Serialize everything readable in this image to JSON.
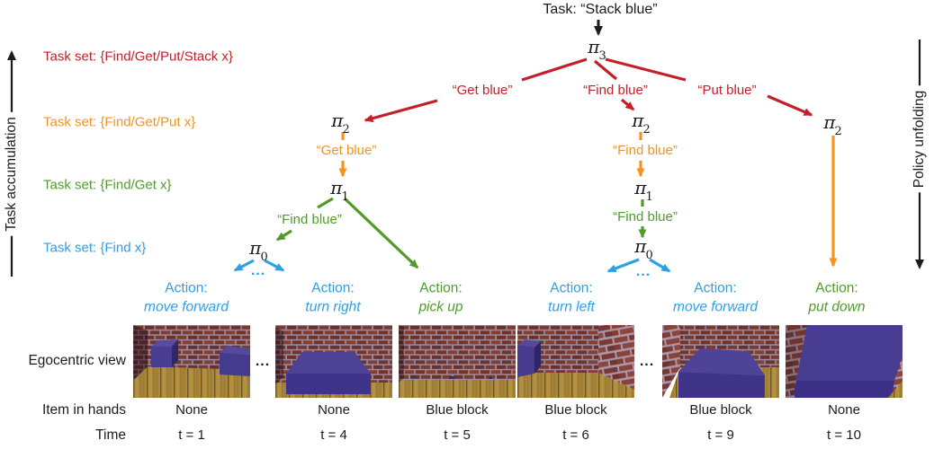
{
  "title": "Task: “Stack blue”",
  "colors": {
    "red": "#c32128",
    "orange": "#f6921e",
    "green": "#4f9c2b",
    "blue": "#2d9fe8",
    "black": "#1c1c1c"
  },
  "side_labels": {
    "left": "Task accumulation",
    "right": "Policy unfolding"
  },
  "task_sets": [
    {
      "label": "Task set: {Find/Get/Put/Stack x}",
      "color": "red"
    },
    {
      "label": "Task set: {Find/Get/Put x}",
      "color": "orange"
    },
    {
      "label": "Task set: {Find/Get x}",
      "color": "green"
    },
    {
      "label": "Task set: {Find x}",
      "color": "blue"
    }
  ],
  "policy_nodes": [
    {
      "base": "π",
      "sub": "3"
    },
    {
      "base": "π",
      "sub": "2"
    },
    {
      "base": "π",
      "sub": "2"
    },
    {
      "base": "π",
      "sub": "2"
    },
    {
      "base": "π",
      "sub": "1"
    },
    {
      "base": "π",
      "sub": "1"
    },
    {
      "base": "π",
      "sub": "0"
    },
    {
      "base": "π",
      "sub": "0"
    }
  ],
  "branch_labels": [
    {
      "text": "“Get blue”",
      "color": "red"
    },
    {
      "text": "“Find blue”",
      "color": "red"
    },
    {
      "text": "“Put blue”",
      "color": "red"
    },
    {
      "text": "“Get blue”",
      "color": "orange"
    },
    {
      "text": "“Find blue”",
      "color": "orange"
    },
    {
      "text": "“Find blue”",
      "color": "green"
    },
    {
      "text": "“Find blue”",
      "color": "green"
    }
  ],
  "actions": [
    {
      "prefix": "Action:",
      "name": "move forward",
      "color": "blue"
    },
    {
      "prefix": "Action:",
      "name": "turn right",
      "color": "blue"
    },
    {
      "prefix": "Action:",
      "name": "pick up",
      "color": "green"
    },
    {
      "prefix": "Action:",
      "name": "turn left",
      "color": "blue"
    },
    {
      "prefix": "Action:",
      "name": "move forward",
      "color": "blue"
    },
    {
      "prefix": "Action:",
      "name": "put down",
      "color": "green"
    }
  ],
  "row_headers": {
    "egocentric": "Egocentric view",
    "item": "Item in hands",
    "time": "Time"
  },
  "frames": [
    {
      "time": "t = 1",
      "item": "None",
      "scene": "two-blocks"
    },
    {
      "time": "t = 4",
      "item": "None",
      "scene": "slab-close"
    },
    {
      "time": "t = 5",
      "item": "Blue block",
      "scene": "empty-floor"
    },
    {
      "time": "t = 6",
      "item": "Blue block",
      "scene": "corner-block-left"
    },
    {
      "time": "t = 9",
      "item": "Blue block",
      "scene": "slab-angled"
    },
    {
      "time": "t = 10",
      "item": "None",
      "scene": "block-closeup"
    }
  ],
  "ellipsis": "..."
}
